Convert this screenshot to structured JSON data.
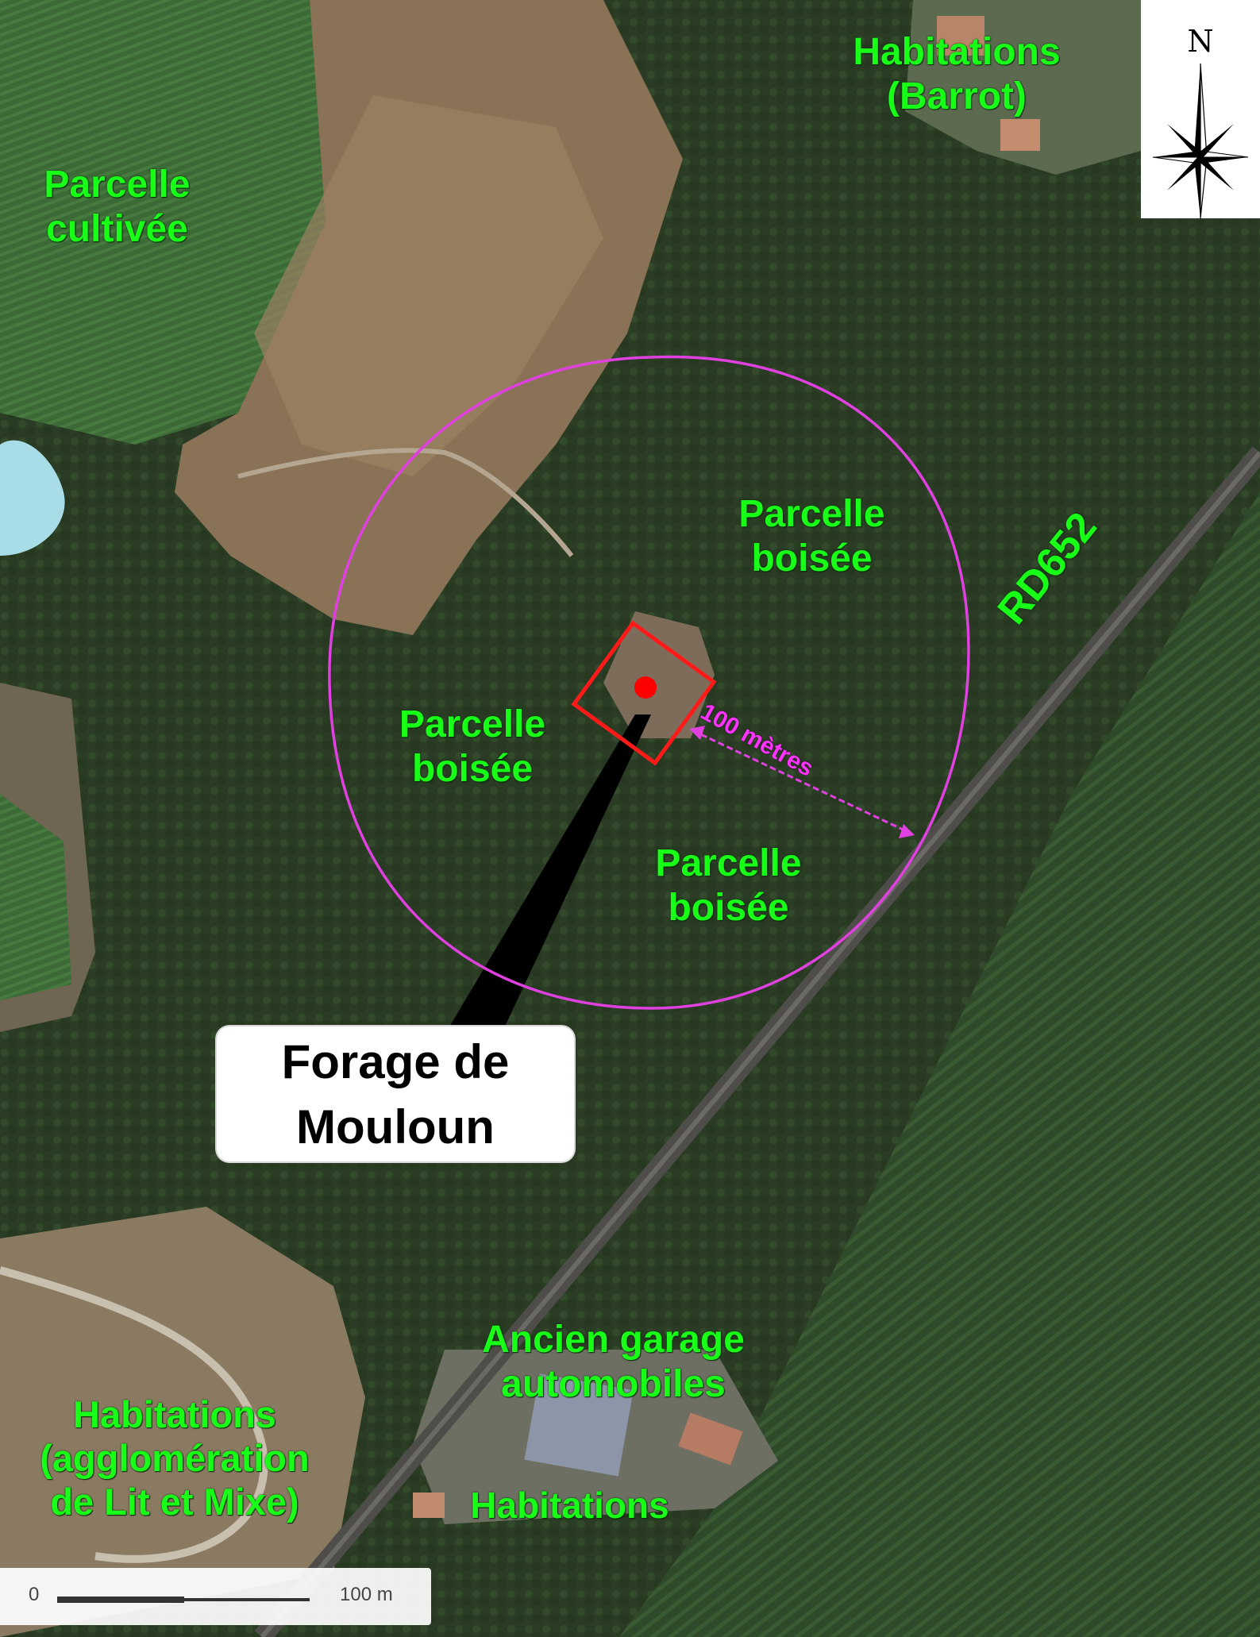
{
  "labels": {
    "parcelle_cultivee": "Parcelle\ncultivée",
    "habitations_barrot": "Habitations\n(Barrot)",
    "parcelle_boisee_ne": "Parcelle\nboisée",
    "parcelle_boisee_w": "Parcelle\nboisée",
    "parcelle_boisee_se": "Parcelle\nboisée",
    "ancien_garage": "Ancien garage\nautomobiles",
    "habitations_agglomeration": "Habitations\n(agglomération\nde Lit et Mixe)",
    "habitations_bottom": "Habitations"
  },
  "road_label": "RD652",
  "distance_label": "100 mètres",
  "well_callout": "Forage de\nMouloun",
  "north_arrow": {
    "letter": "N",
    "icon": "compass-rose-icon"
  },
  "scale_bar": {
    "start": "0",
    "end": "100 m"
  },
  "colors": {
    "label_green": "#18ff18",
    "protection_circle": "#e040e0",
    "well_square": "#ff1a1a",
    "well_point": "#ff0000"
  }
}
